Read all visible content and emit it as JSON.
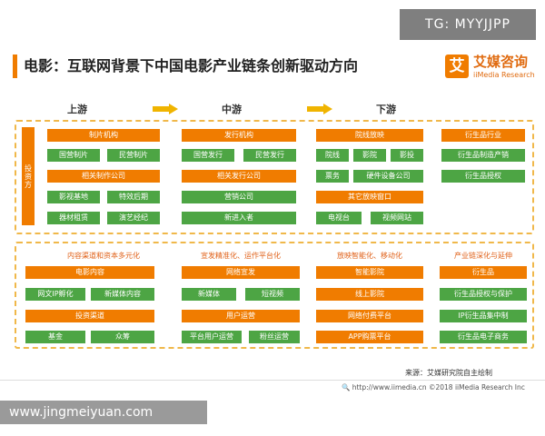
{
  "watermark_top": "TG: MYYJJPP",
  "title": "电影：互联网背景下中国电影产业链条创新驱动方向",
  "logo": {
    "mark": "艾",
    "cn": "艾媒咨询",
    "en": "iiMedia Research"
  },
  "stages": [
    "上游",
    "中游",
    "下游"
  ],
  "side_label": "投资方",
  "top_section": {
    "col1": {
      "header": "制片机构",
      "row1": [
        "国营制片",
        "民营制片"
      ],
      "header2": "相关制作公司",
      "row2": [
        "影视基地",
        "特效后期"
      ],
      "row3": [
        "器材租赁",
        "演艺经纪"
      ]
    },
    "col2": {
      "header": "发行机构",
      "row1": [
        "国营发行",
        "民营发行"
      ],
      "header2": "相关发行公司",
      "row2": [
        "营销公司"
      ],
      "row3": [
        "新进入者"
      ]
    },
    "col3": {
      "header": "院线放映",
      "row1": [
        "院线",
        "影院",
        "影投"
      ],
      "row2": [
        "票务",
        "硬件设备公司"
      ],
      "header2": "其它放映窗口",
      "row3": [
        "电视台",
        "视频网站"
      ]
    },
    "col4": {
      "header": "衍生品行业",
      "row1": [
        "衍生品制造产销"
      ],
      "row2": [
        "衍生品授权"
      ]
    }
  },
  "bottom_section": {
    "col1": {
      "label": "内容渠道和资本多元化",
      "header": "电影内容",
      "row1": [
        "网文IP孵化",
        "新媒体内容"
      ],
      "header2": "投资渠道",
      "row2": [
        "基金",
        "众筹"
      ]
    },
    "col2": {
      "label": "宣发精准化、运作平台化",
      "header": "网络宣发",
      "row1": [
        "新媒体",
        "短视频"
      ],
      "header2": "用户运营",
      "row2": [
        "平台用户运营",
        "粉丝运营"
      ]
    },
    "col3": {
      "label": "放映智能化、移动化",
      "header": "智能影院",
      "header2": "线上影院",
      "header3": "网络付费平台",
      "header4": "APP购票平台"
    },
    "col4": {
      "label": "产业链深化与延伸",
      "header": "衍生品",
      "row1": [
        "衍生品授权与保护"
      ],
      "row2": [
        "IP衍生品集中制"
      ],
      "row3": [
        "衍生品电子商务"
      ]
    }
  },
  "source": "来源：艾媒研究院自主绘制",
  "footer": "🔍 http://www.iimedia.cn   ©2018  iiMedia Research  Inc",
  "watermark_bottom": "www.jingmeiyuan.com",
  "colors": {
    "orange": "#f07c00",
    "green": "#4da544",
    "dash": "#f0b84a"
  }
}
